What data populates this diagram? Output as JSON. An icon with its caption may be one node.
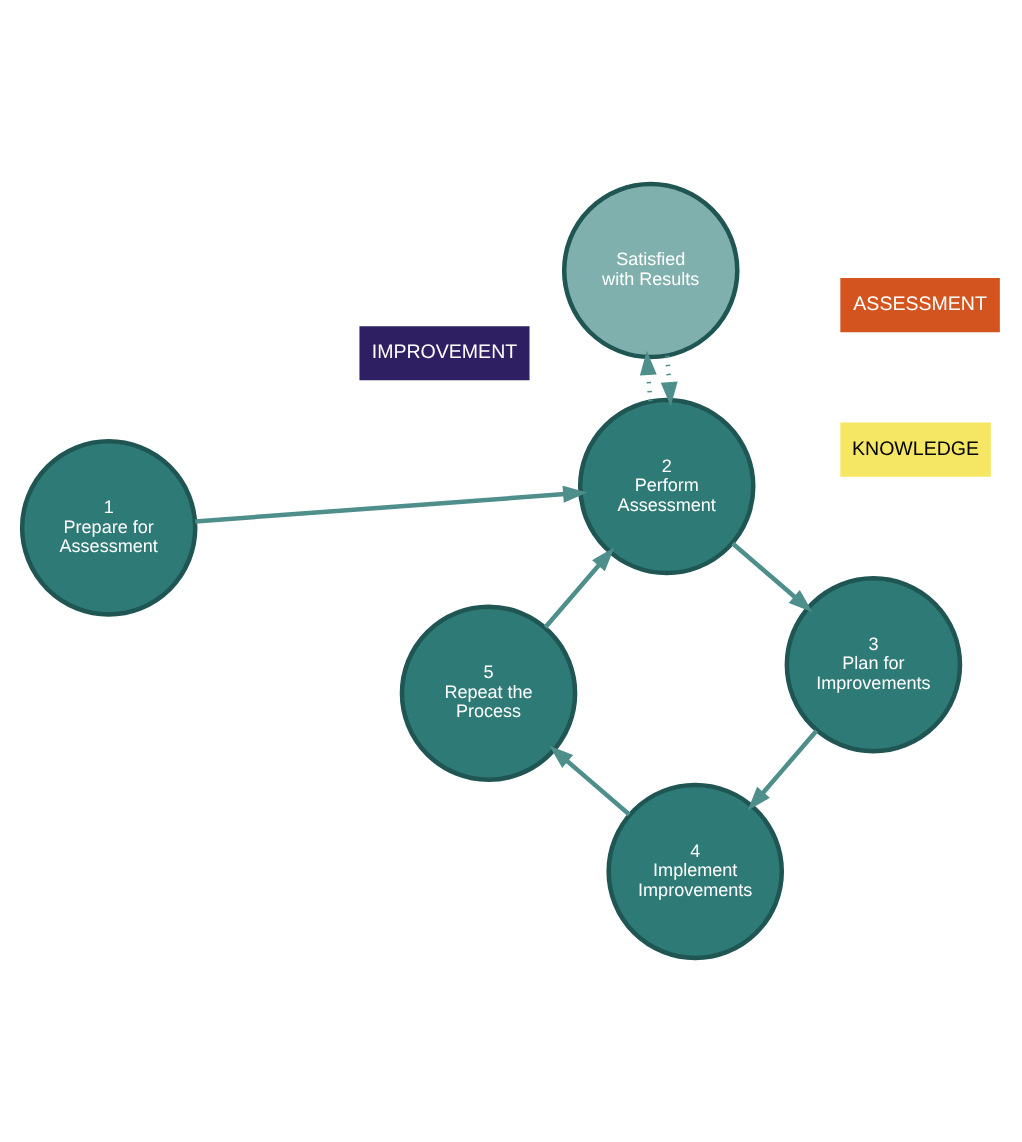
{
  "diagram": {
    "nodes": [
      {
        "text": [
          "1",
          "Prepare for Assessment"
        ]
      },
      {
        "text": [
          "2",
          "Perform Assessment"
        ]
      },
      {
        "text": [
          "3",
          "Plan for Improvements"
        ]
      },
      {
        "text": [
          "4",
          "Implement Improvements"
        ]
      },
      {
        "text": [
          "5",
          "Repeat the Process"
        ]
      },
      {
        "text": [
          "Satisfied with Results"
        ]
      }
    ],
    "edges": [
      {
        "from": 0,
        "to": 1,
        "arrow": "to"
      },
      {
        "from": 1,
        "to": 2,
        "arrow": "to"
      },
      {
        "from": 2,
        "to": 3,
        "arrow": "to"
      },
      {
        "from": 3,
        "to": 4,
        "arrow": "to"
      },
      {
        "from": 4,
        "to": 1,
        "arrow": "to"
      },
      {
        "from": 5,
        "to": 1,
        "arrow": "to",
        "style": "dashed"
      },
      {
        "from": 1,
        "to": 5,
        "arrow": "to",
        "style": "dashed"
      }
    ],
    "labels": [
      "KNOWLEDGE",
      "ASSESSMENT",
      "IMPROVEMENT"
    ]
  }
}
